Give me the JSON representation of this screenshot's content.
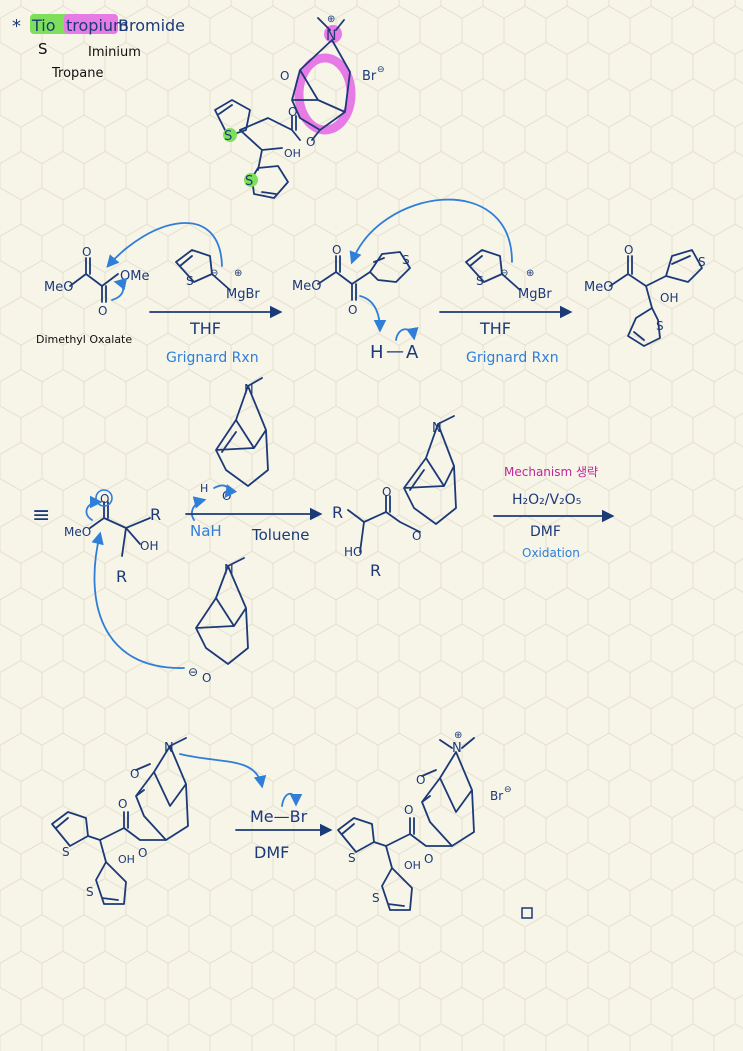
{
  "title": {
    "star": "*",
    "part1": "Tio",
    "part2": "tropium",
    "part3": " Bromide",
    "s_note": "S",
    "iminium_note": "Iminium",
    "tropane_note": "Tropane",
    "highlight_green": "#7ee05a",
    "highlight_magenta": "#e77be6"
  },
  "atoms": {
    "N": "N",
    "plus": "⊕",
    "minus": "⊖",
    "O": "O",
    "OH": "OH",
    "HO": "HO",
    "S": "S",
    "R": "R",
    "MeO": "MeO",
    "OMe": "OMe",
    "MgBr": "MgBr",
    "Br": "Br",
    "H": "H",
    "A": "A",
    "dash": "—",
    "Na": "NaH",
    "equiv": "≡"
  },
  "labels": {
    "dimethyl_oxalate": "Dimethyl Oxalate",
    "thf": "THF",
    "grignard": "Grignard Rxn",
    "toluene": "Toluene",
    "mechanism": "Mechanism 생략",
    "reagent_ox": "H₂O₂/V₂O₅",
    "dmf": "DMF",
    "oxidation": "Oxidation",
    "me_br": "Me—Br"
  },
  "colors": {
    "ink": "#1c3a78",
    "arrow_blue": "#2f7fd8",
    "magenta": "#c0269a",
    "paper": "#f7f4e8"
  }
}
